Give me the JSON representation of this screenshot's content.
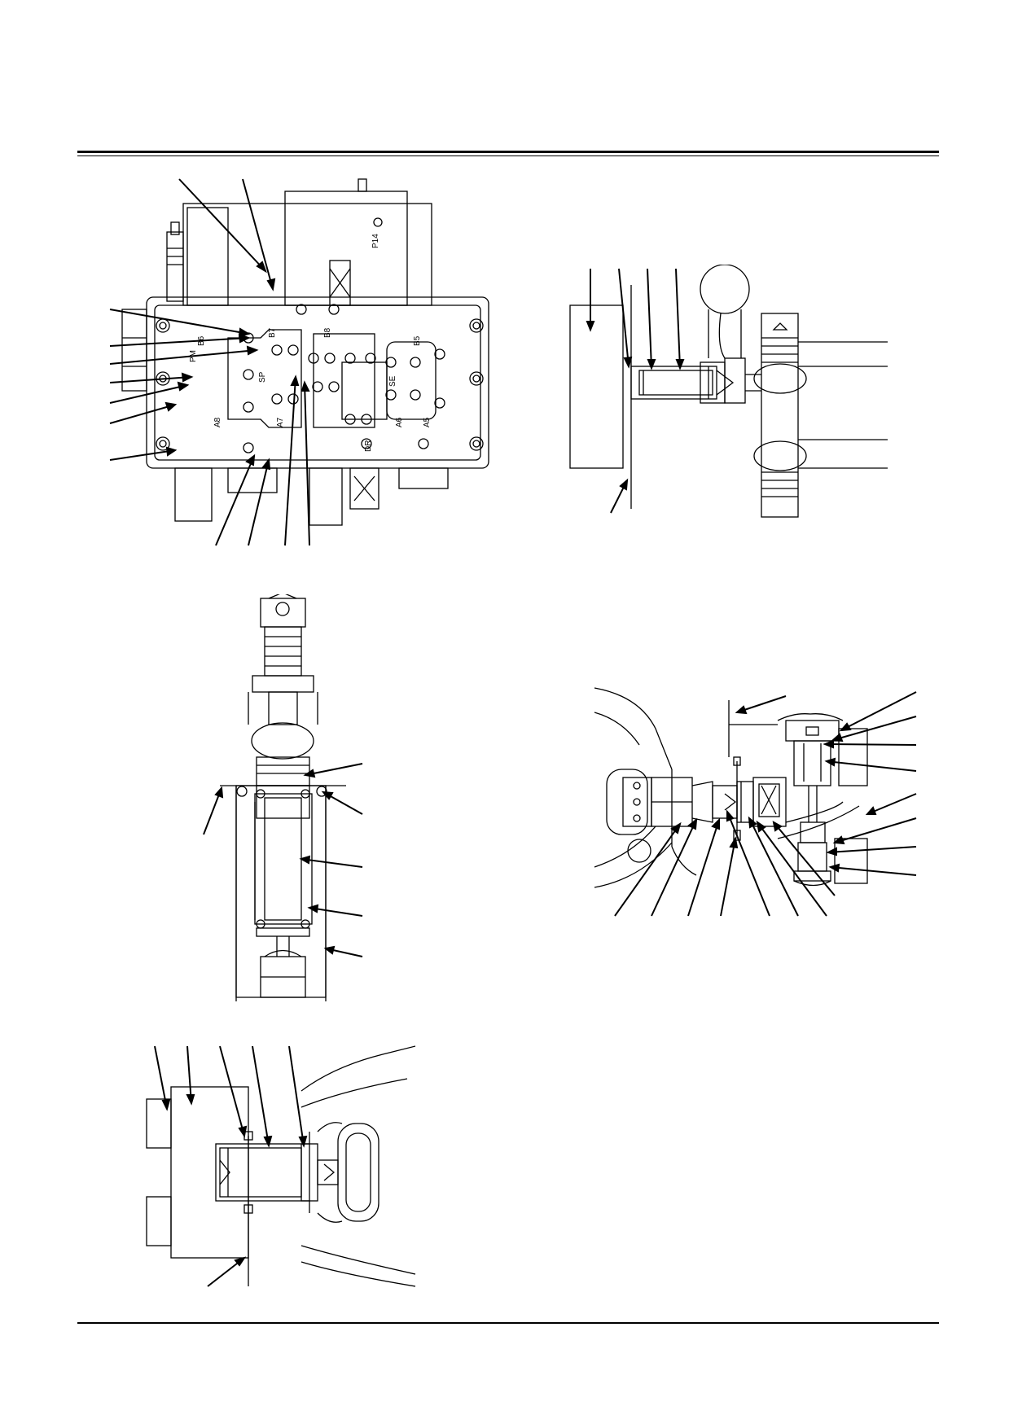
{
  "figures": {
    "valve_block": {
      "port_labels": [
        "B6",
        "B7",
        "B8",
        "B5",
        "PM",
        "A8",
        "A7",
        "A6",
        "A5",
        "P14",
        "DR",
        "SE",
        "SP"
      ]
    }
  },
  "colors": {
    "ink": "#000000",
    "paper": "#ffffff"
  }
}
